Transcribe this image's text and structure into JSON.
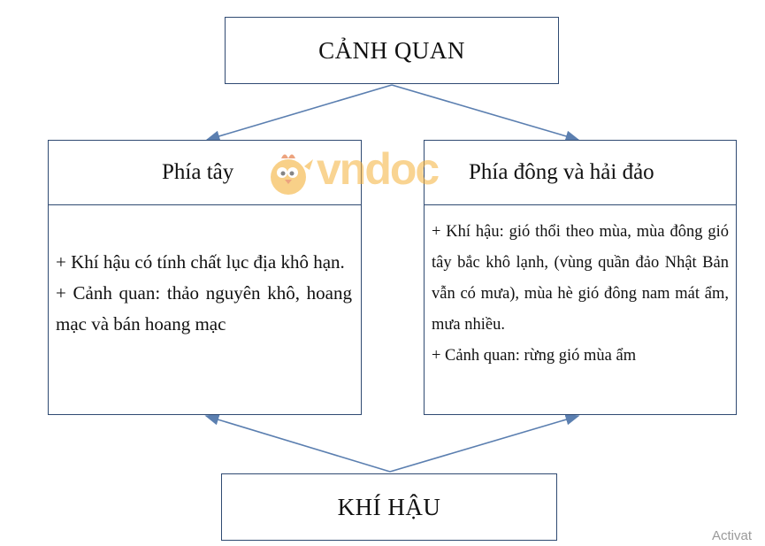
{
  "top": {
    "title": "CẢNH QUAN"
  },
  "bottom": {
    "title": "KHÍ HẬU"
  },
  "left": {
    "heading": "Phía tây",
    "lines": [
      "+ Khí hậu có tính chất lục địa khô hạn.",
      "+ Cảnh quan: thảo nguyên khô, hoang mạc và bán hoang mạc"
    ]
  },
  "right": {
    "heading": "Phía đông và hải đảo",
    "lines": [
      "+ Khí hậu: gió thổi theo mùa, mùa đông gió tây bắc khô lạnh, (vùng quần đảo Nhật Bản vẫn có mưa), mùa hè gió đông nam mát ẩm, mưa nhiều.",
      "+ Cảnh quan: rừng gió mùa ẩm"
    ]
  },
  "watermark": {
    "text": "vndoc"
  },
  "footer": {
    "activate_text": "Activat"
  },
  "colors": {
    "border": "#2f4a72",
    "arrow": "#5b7fb0",
    "watermark": "#f5b13a"
  }
}
